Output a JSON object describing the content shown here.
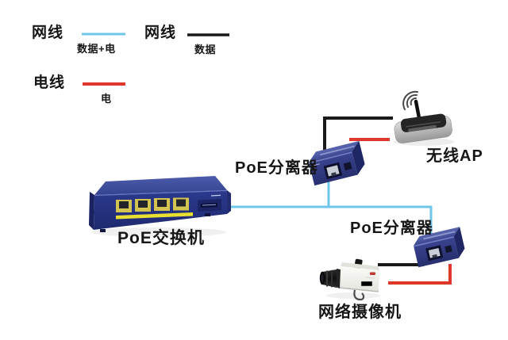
{
  "colors": {
    "cable_data_power": "#6FC6E9",
    "cable_data": "#1A1A1A",
    "cable_power": "#E0372C",
    "device_blue": "#2E3A8C",
    "background": "#FFFFFF"
  },
  "legend": {
    "net_poe": {
      "label": "网线",
      "sublabel": "数据+电"
    },
    "net_data": {
      "label": "网线",
      "sublabel": "数据"
    },
    "power": {
      "label": "电线",
      "sublabel": "电"
    }
  },
  "devices": {
    "poe_switch": {
      "label": "PoE交换机"
    },
    "poe_splitter_top": {
      "label": "PoE分离器"
    },
    "poe_splitter_bottom": {
      "label": "PoE分离器"
    },
    "wireless_ap": {
      "label": "无线AP"
    },
    "ip_camera": {
      "label": "网络摄像机"
    }
  },
  "connections": [
    {
      "from": "poe_switch",
      "to": "poe_splitter_top",
      "cable": "网线",
      "carries": "数据+电"
    },
    {
      "from": "poe_switch",
      "to": "poe_splitter_bottom",
      "cable": "网线",
      "carries": "数据+电"
    },
    {
      "from": "poe_splitter_top",
      "to": "wireless_ap",
      "cable": "网线",
      "carries": "数据"
    },
    {
      "from": "poe_splitter_top",
      "to": "wireless_ap",
      "cable": "电线",
      "carries": "电"
    },
    {
      "from": "poe_splitter_bottom",
      "to": "ip_camera",
      "cable": "网线",
      "carries": "数据"
    },
    {
      "from": "poe_splitter_bottom",
      "to": "ip_camera",
      "cable": "电线",
      "carries": "电"
    }
  ]
}
